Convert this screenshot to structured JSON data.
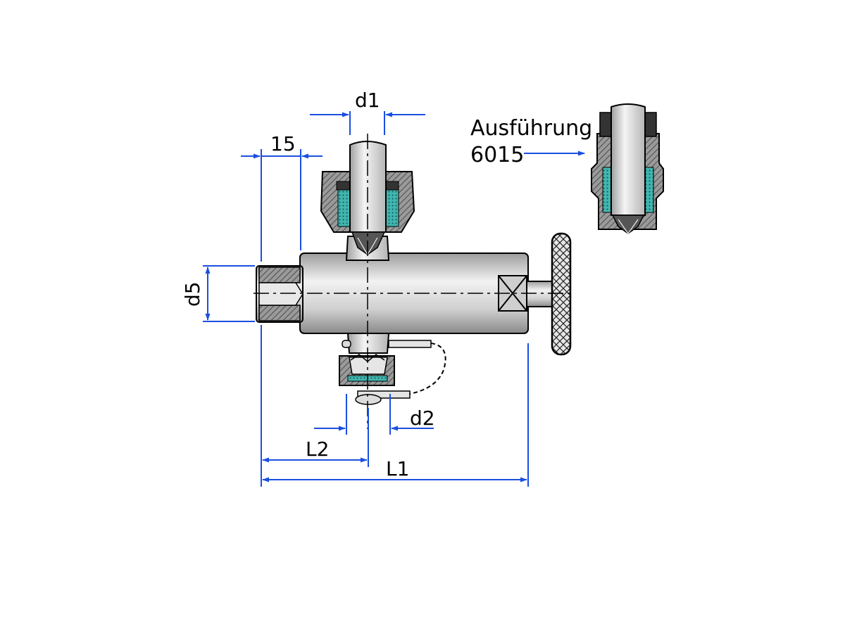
{
  "labels": {
    "d1": "d1",
    "d2": "d2",
    "d5": "d5",
    "dim_15": "15",
    "L1": "L1",
    "L2": "L2",
    "variant_line1": "Ausführung",
    "variant_line2": "6015"
  },
  "colors": {
    "dimension": "#1a4fe0",
    "outline": "#000000",
    "steel": "#d4d4d4",
    "section": "#8a8a8a",
    "packing": "#3fb6b0",
    "dark_ring": "#333333"
  },
  "icons": {
    "valve_body": "cylindrical-valve-body",
    "handwheel": "knurled-handwheel",
    "cap": "dust-cap-with-chain"
  }
}
